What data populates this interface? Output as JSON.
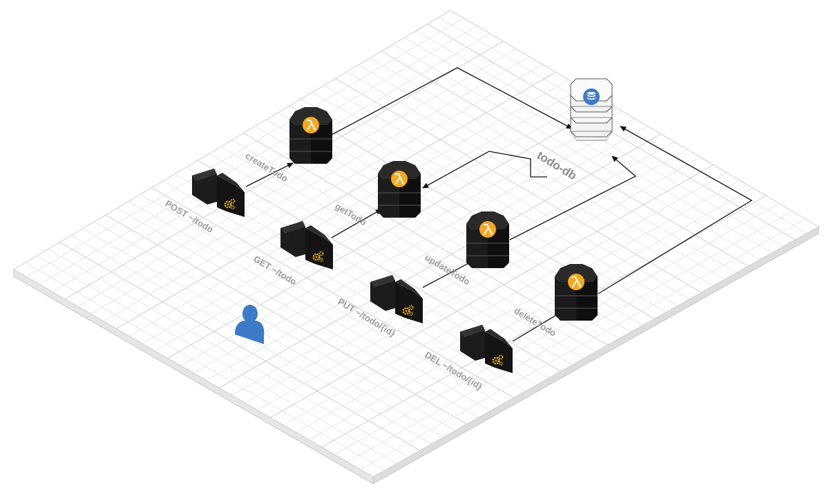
{
  "lambdas": [
    {
      "id": "create",
      "label": "createTodo",
      "icon": "lambda-icon"
    },
    {
      "id": "get",
      "label": "getTodo",
      "icon": "lambda-icon"
    },
    {
      "id": "update",
      "label": "updateTodo",
      "icon": "lambda-icon"
    },
    {
      "id": "delete",
      "label": "deleteTodo",
      "icon": "lambda-icon"
    }
  ],
  "endpoints": [
    {
      "id": "post",
      "label": "POST ~/todo",
      "icon": "api-gateway-icon"
    },
    {
      "id": "get",
      "label": "GET ~/todo",
      "icon": "api-gateway-icon"
    },
    {
      "id": "put",
      "label": "PUT ~/todo/{id}",
      "icon": "api-gateway-icon"
    },
    {
      "id": "del",
      "label": "DEL ~/todo/{id}",
      "icon": "api-gateway-icon"
    }
  ],
  "database": {
    "label": "todo-db",
    "icon": "dynamodb-icon"
  },
  "user": {
    "icon": "user-icon"
  },
  "colors": {
    "lambda_badge": "#f5a91f",
    "gear": "#f5b800",
    "db_badge": "#3b7bc8",
    "user": "#3b7bc8",
    "block": "#1c1c1c",
    "edge": "#111111",
    "grid": "#d9d9d9"
  }
}
